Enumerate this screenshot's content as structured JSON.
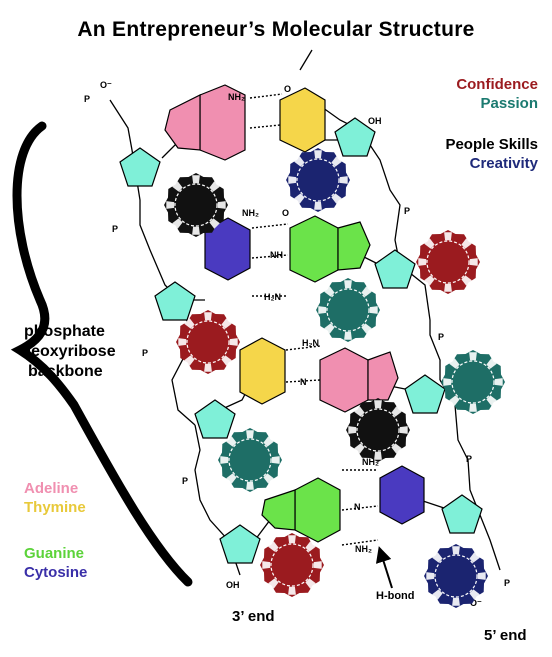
{
  "title": "An Entrepreneur’s Molecular Structure",
  "legend_top": [
    {
      "text": "Confidence",
      "color": "#9b1b1f"
    },
    {
      "text": "Passion",
      "color": "#1b7a70"
    },
    {
      "text": "People Skills",
      "color": "#000000"
    },
    {
      "text": "Creativity",
      "color": "#1f2a7a"
    }
  ],
  "legend_bottom": [
    {
      "text": "Adeline",
      "color": "#f08fb0"
    },
    {
      "text": "Thymine",
      "color": "#e8d24a"
    },
    {
      "text": "Guanine",
      "color": "#5cd33a"
    },
    {
      "text": "Cytosine",
      "color": "#3a2fa8"
    }
  ],
  "backbone_label": [
    "phosphate",
    "-deoxyribose",
    "backbone"
  ],
  "end_3": "3’ end",
  "end_5": "5’ end",
  "hbond": "H-bond",
  "colors": {
    "adeline": "#f08fb0",
    "thymine": "#f5d64a",
    "guanine": "#6be34a",
    "cytosine": "#4a3ac0",
    "sugar": "#7ff0d8",
    "confidence_chip": "#9b1b1f",
    "passion_chip": "#1e6e66",
    "people_chip": "#111111",
    "creativity_chip": "#1b2470"
  },
  "chem": {
    "nh2": "NH₂",
    "nh": "NH",
    "n": "N",
    "o": "O",
    "oh": "OH",
    "hn": "HN",
    "h2n": "H₂N",
    "p": "P",
    "o_minus": "O⁻"
  }
}
